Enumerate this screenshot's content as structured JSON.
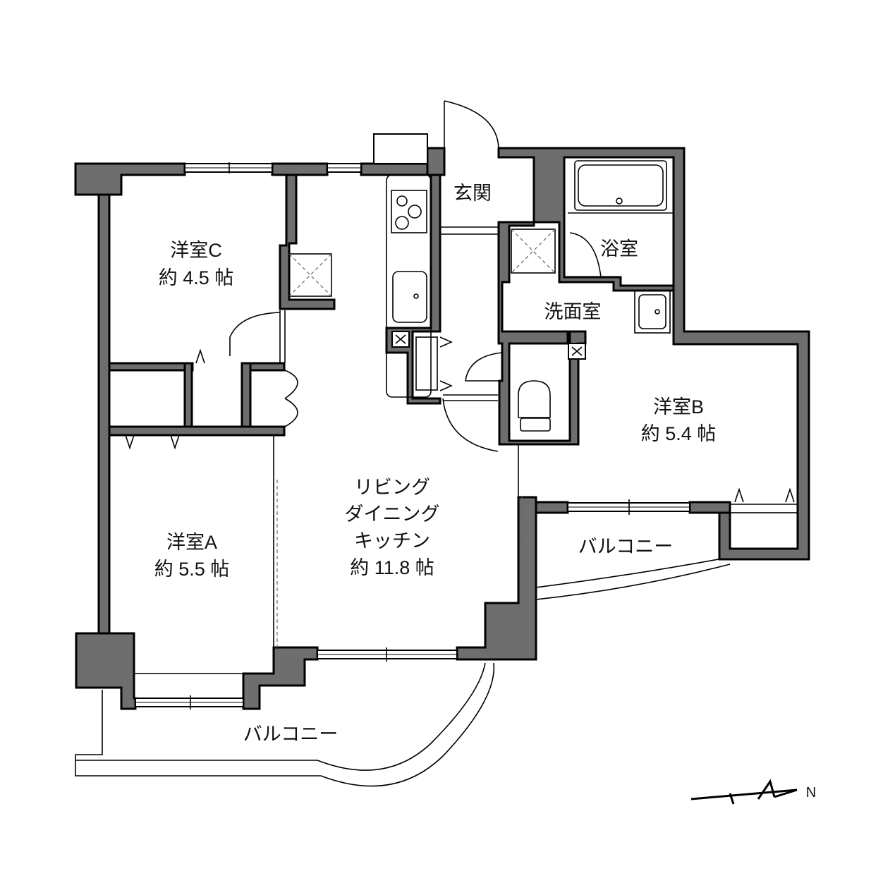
{
  "rooms": {
    "western_c": {
      "name": "洋室C",
      "size": "約 4.5 帖"
    },
    "western_a": {
      "name": "洋室A",
      "size": "約 5.5 帖"
    },
    "western_b": {
      "name": "洋室B",
      "size": "約 5.4 帖"
    },
    "ldk": {
      "line1": "リビング",
      "line2": "ダイニング",
      "line3": "キッチン",
      "size": "約 11.8 帖"
    },
    "entrance": {
      "name": "玄関"
    },
    "bath": {
      "name": "浴室"
    },
    "washroom": {
      "name": "洗面室"
    }
  },
  "balconies": {
    "south": "バルコニー",
    "east": "バルコニー"
  },
  "compass": {
    "label": "N",
    "icon": "north-arrow-icon"
  },
  "colors": {
    "wall": "#6e6e6e",
    "outline": "#000000",
    "background": "#ffffff"
  }
}
